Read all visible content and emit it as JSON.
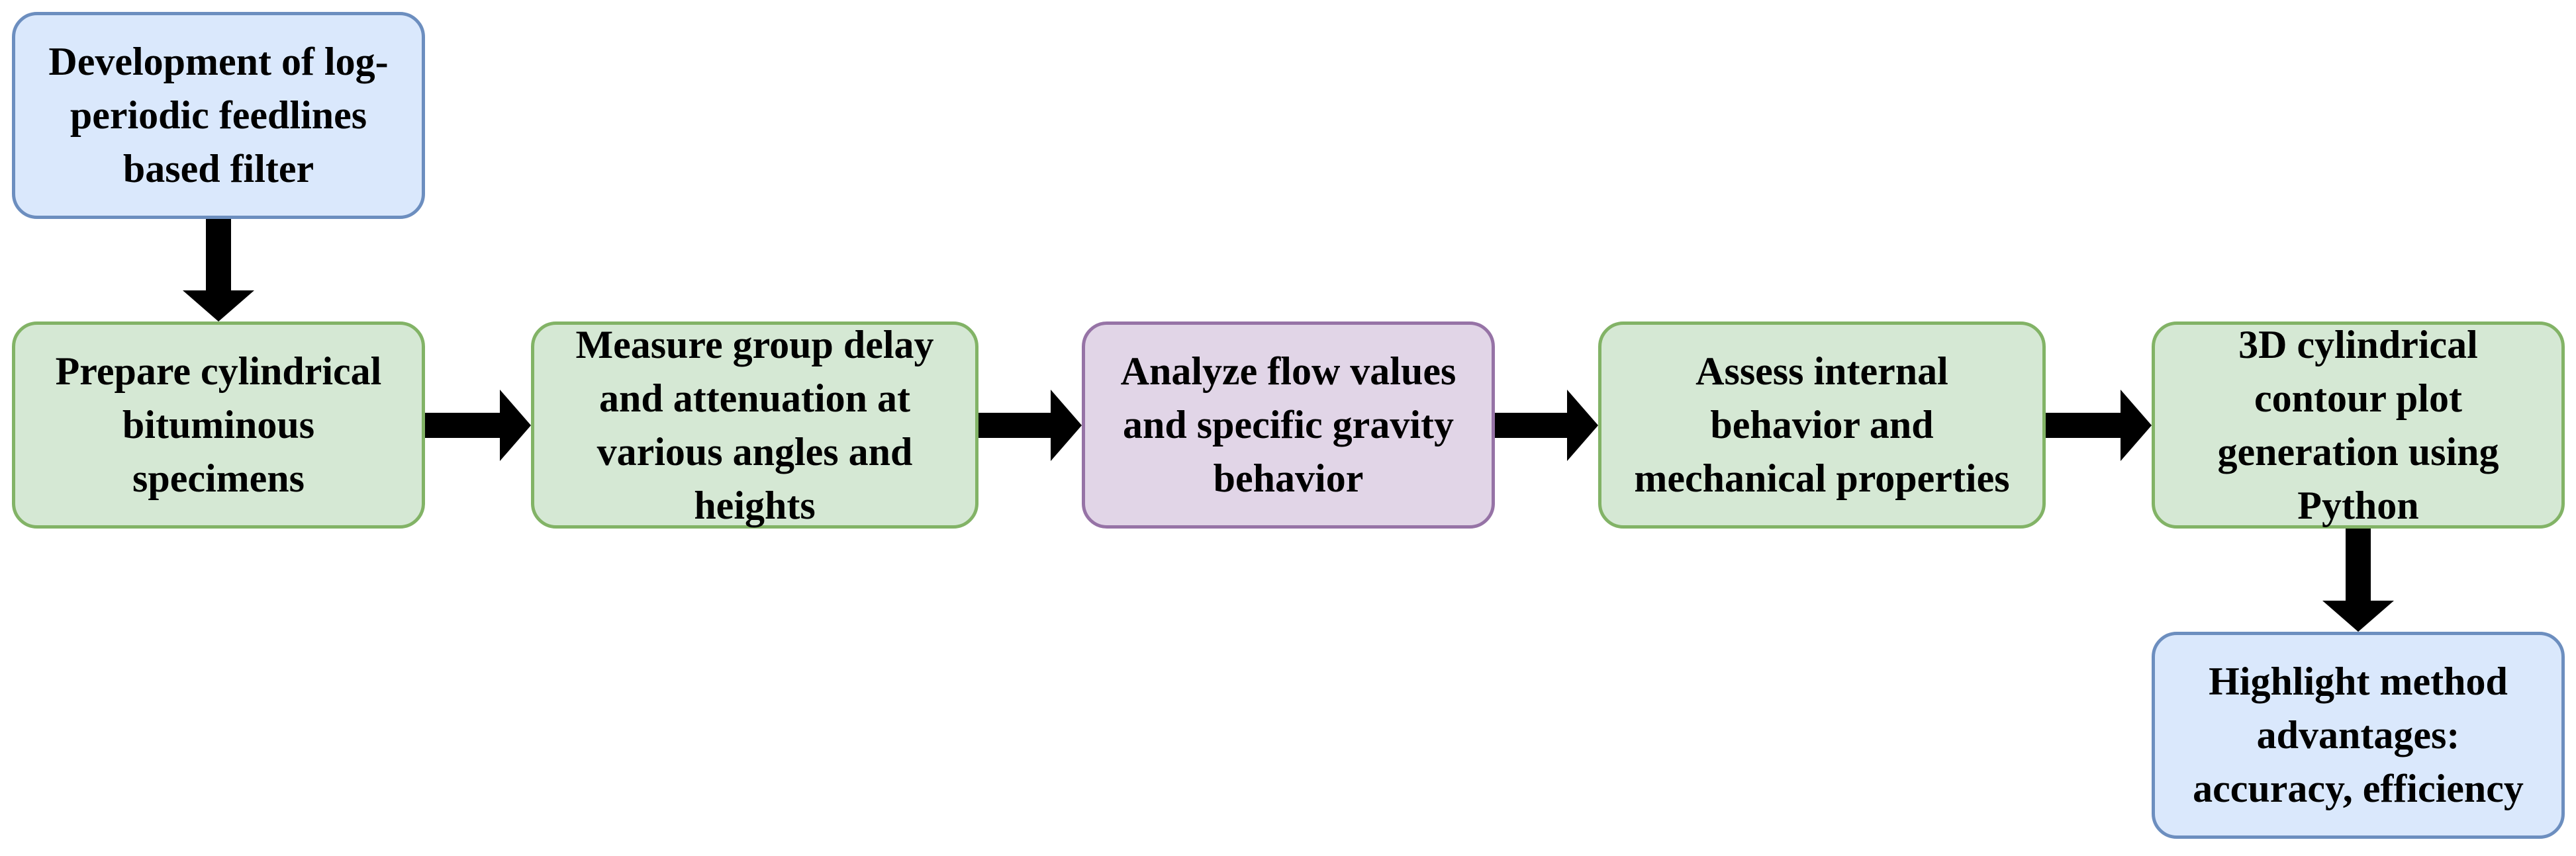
{
  "diagram": {
    "nodes": [
      {
        "id": "b1",
        "label": "Development of log-\nperiodic feedlines\nbased filter",
        "fill": "#dae8fc",
        "stroke": "#6c8ebf"
      },
      {
        "id": "b2",
        "label": "Prepare cylindrical\nbituminous\nspecimens",
        "fill": "#d5e8d4",
        "stroke": "#82b366"
      },
      {
        "id": "b3",
        "label": "Measure group delay\nand attenuation at\nvarious angles and\nheights",
        "fill": "#d5e8d4",
        "stroke": "#82b366"
      },
      {
        "id": "b4",
        "label": "Analyze flow values\nand specific gravity\nbehavior",
        "fill": "#e1d5e7",
        "stroke": "#9673a6"
      },
      {
        "id": "b5",
        "label": "Assess internal\nbehavior and\nmechanical properties",
        "fill": "#d5e8d4",
        "stroke": "#82b366"
      },
      {
        "id": "b6",
        "label": "3D cylindrical\ncontour plot\ngeneration using\nPython",
        "fill": "#d5e8d4",
        "stroke": "#82b366"
      },
      {
        "id": "b7",
        "label": "Highlight method\nadvantages:\naccuracy, efficiency",
        "fill": "#dae8fc",
        "stroke": "#6c8ebf"
      }
    ],
    "edges": [
      {
        "from": "b1",
        "to": "b2"
      },
      {
        "from": "b2",
        "to": "b3"
      },
      {
        "from": "b3",
        "to": "b4"
      },
      {
        "from": "b4",
        "to": "b5"
      },
      {
        "from": "b5",
        "to": "b6"
      },
      {
        "from": "b6",
        "to": "b7"
      }
    ],
    "arrow_color": "#000000"
  }
}
